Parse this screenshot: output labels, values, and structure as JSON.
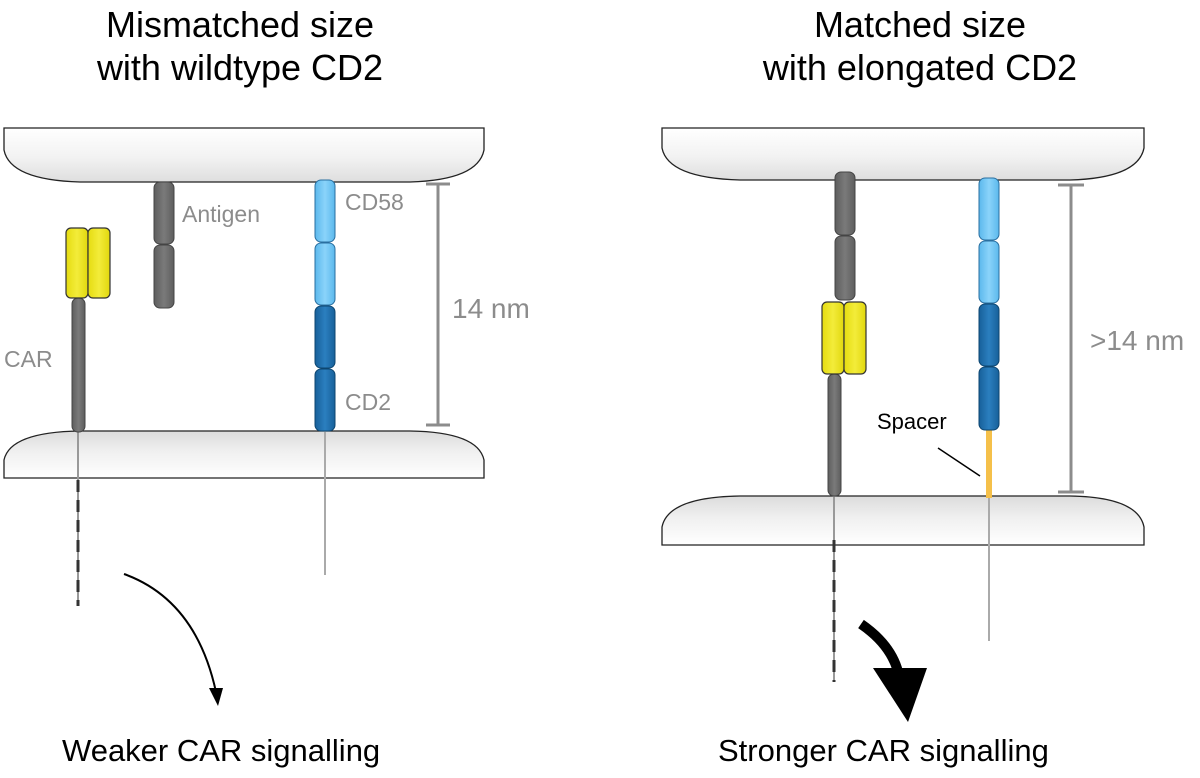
{
  "left_panel": {
    "title_line1": "Mismatched size",
    "title_line2": "with wildtype CD2",
    "labels": {
      "antigen": "Antigen",
      "cd58": "CD58",
      "car": "CAR",
      "cd2": "CD2",
      "distance": "14 nm"
    },
    "caption": "Weaker CAR signalling"
  },
  "right_panel": {
    "title_line1": "Matched size",
    "title_line2": "with elongated CD2",
    "labels": {
      "distance": ">14 nm",
      "spacer": "Spacer"
    },
    "caption": "Stronger CAR signalling"
  },
  "colors": {
    "membrane_fill": "#eeeeee",
    "antigen_gray": "#6b6b6b",
    "car_yellow": "#ece31b",
    "cd58_light_blue": "#6ec6f5",
    "cd2_dark_blue": "#1f6fad",
    "spacer_orange": "#f5c04a",
    "label_gray": "#8c8c8c"
  }
}
